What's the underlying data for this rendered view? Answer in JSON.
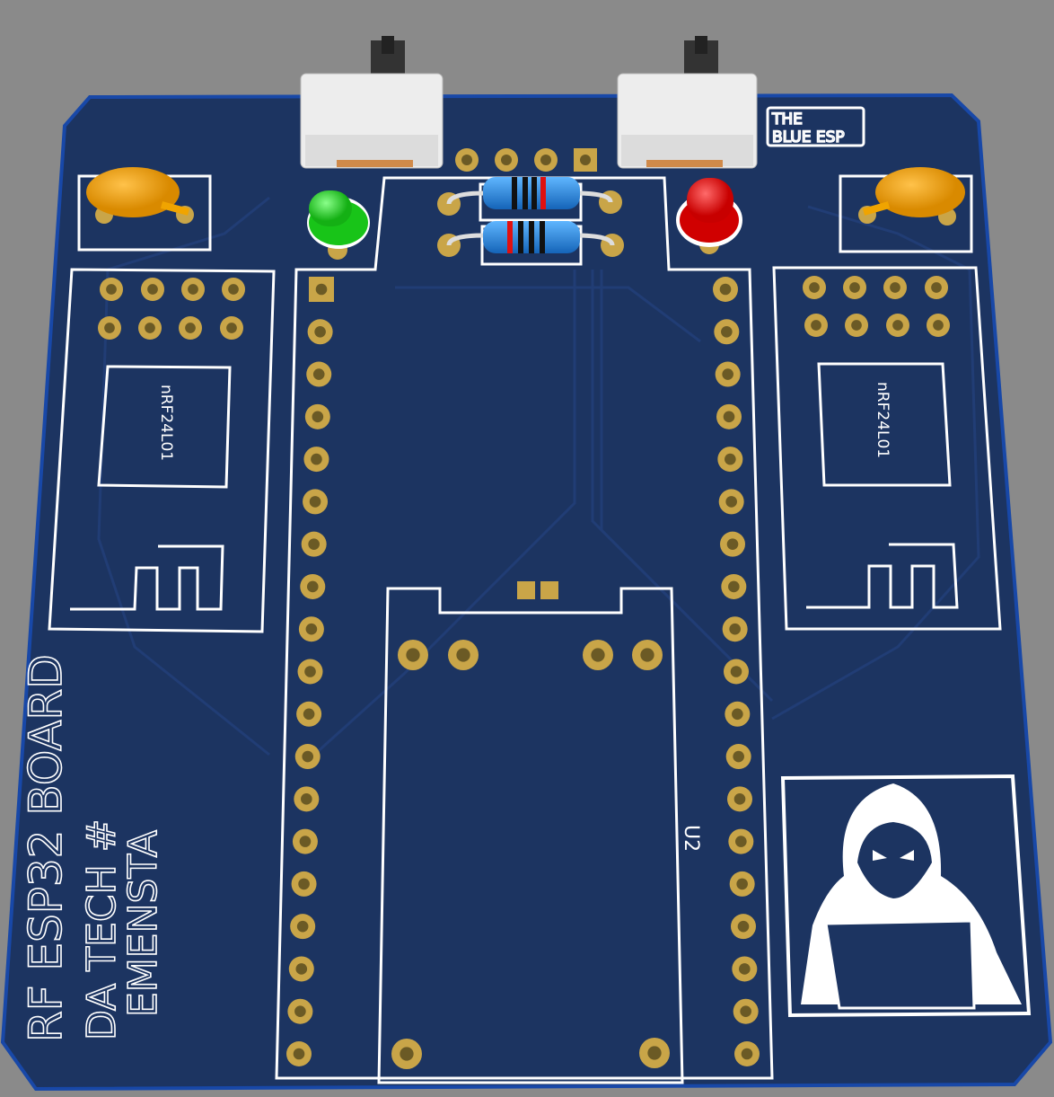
{
  "board": {
    "colors": {
      "background": "#8a8a8a",
      "pcb": "#1c3461",
      "edge": "#143a8a",
      "trace": "#1f3a70",
      "pad": "#c9a548",
      "silk": "#ffffff"
    },
    "header_pins_per_side": 19
  },
  "labels": {
    "brand": [
      "THE",
      "BLUE ESP"
    ],
    "rf_left": "nRF24L01",
    "rf_right": "nRF24L01",
    "module": "U2",
    "board_title": "RF ESP32 BOARD",
    "credit_line1": "DA TECH #",
    "credit_line2": "EMENSTA"
  }
}
